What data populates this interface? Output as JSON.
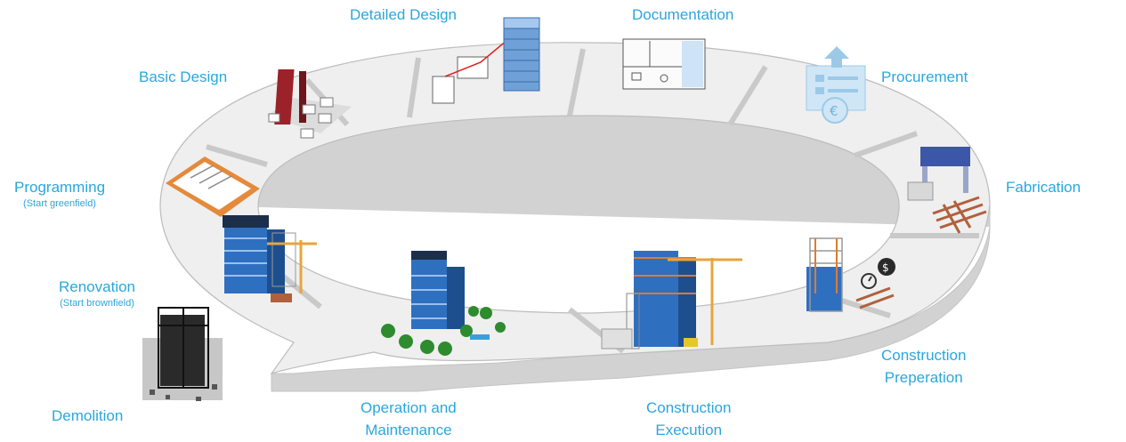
{
  "colors": {
    "label": "#2aa7dd",
    "ring_top": "#efefef",
    "ring_side": "#d2d2d2",
    "building_blue": "#2f6fc0",
    "building_dark": "#1d2e4a",
    "building_red": "#9b2228",
    "crane": "#e8a53a",
    "tree": "#2e8b2e",
    "timber": "#b0603c"
  },
  "stages": {
    "detailed_design": "Detailed Design",
    "documentation": "Documentation",
    "basic_design": "Basic Design",
    "procurement": "Procurement",
    "programming": "Programming",
    "programming_note": "(Start greenfield)",
    "fabrication": "Fabrication",
    "renovation": "Renovation",
    "renovation_note": "(Start brownfield)",
    "construction_preparation": [
      "Construction",
      "Preperation"
    ],
    "demolition": "Demolition",
    "operation_maintenance": [
      "Operation and",
      "Maintenance"
    ],
    "construction_execution": [
      "Construction",
      "Execution"
    ]
  },
  "icons": {
    "procurement": "document-euro-icon",
    "construction_preparation": "stopwatch-dollar-icon"
  }
}
